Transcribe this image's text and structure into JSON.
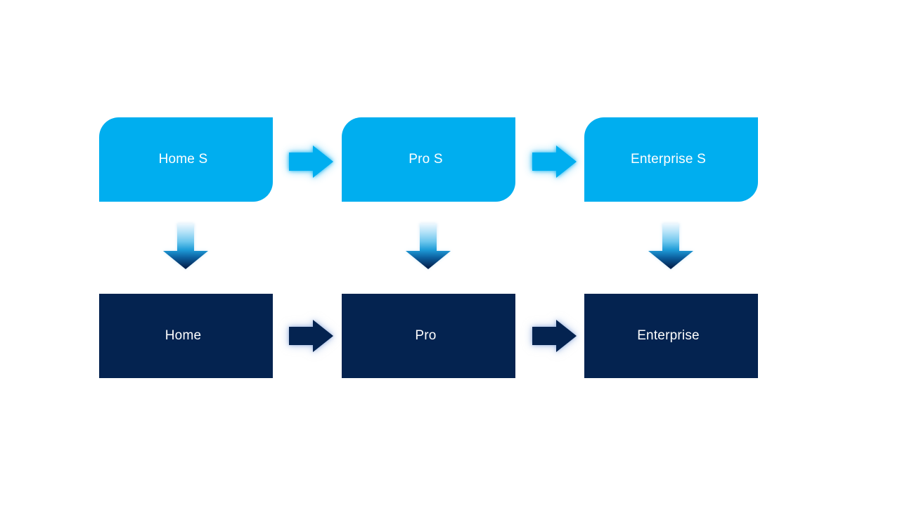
{
  "slide": {
    "background": "#FFFFFF",
    "top_row": [
      {
        "label": "Home S"
      },
      {
        "label": "Pro S"
      },
      {
        "label": "Enterprise S"
      }
    ],
    "bottom_row": [
      {
        "label": "Home"
      },
      {
        "label": "Pro"
      },
      {
        "label": "Enterprise"
      }
    ],
    "colors": {
      "light_blue": "#00AEEF",
      "dark_navy": "#042350",
      "text": "#FFFFFF"
    },
    "icons": {
      "right_arrow_glyph": "➡",
      "down_arrow_glyph": "⬇"
    }
  }
}
